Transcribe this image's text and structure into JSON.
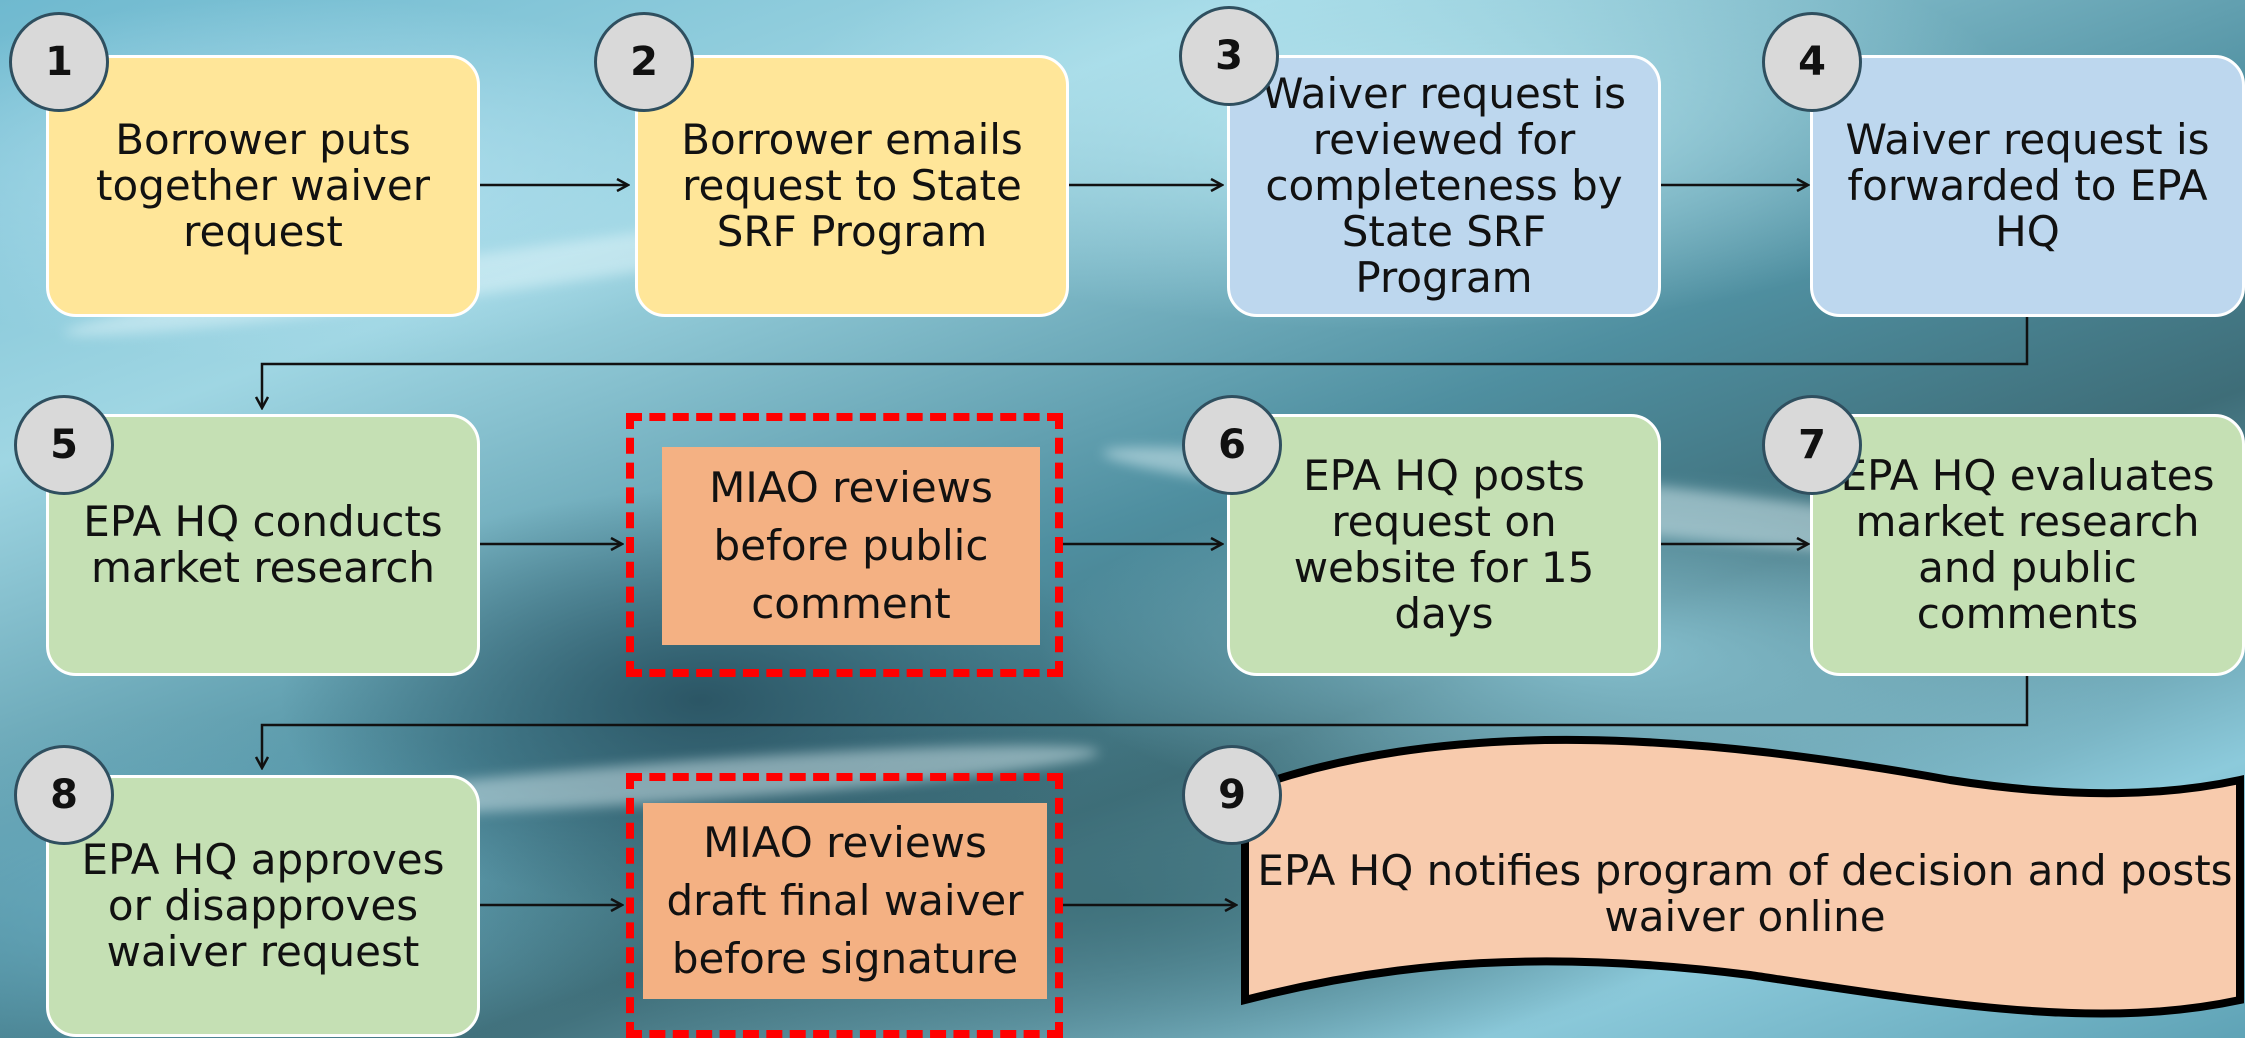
{
  "steps": [
    {
      "num": "1",
      "text": "Borrower puts together waiver request"
    },
    {
      "num": "2",
      "text": "Borrower emails request to State SRF Program"
    },
    {
      "num": "3",
      "text": "Waiver request is reviewed for completeness by State SRF Program"
    },
    {
      "num": "4",
      "text": "Waiver request is forwarded to EPA HQ"
    },
    {
      "num": "5",
      "text": "EPA HQ conducts market research"
    },
    {
      "num": "6",
      "text": "EPA HQ posts request on website for 15 days"
    },
    {
      "num": "7",
      "text": "EPA HQ evaluates market research and public comments"
    },
    {
      "num": "8",
      "text": "EPA HQ approves or disapproves waiver request"
    },
    {
      "num": "9",
      "text": "EPA HQ notifies program of decision and posts waiver online"
    }
  ],
  "reviews": [
    {
      "text": "MIAO reviews before public comment"
    },
    {
      "text": "MIAO reviews draft final waiver before signature"
    }
  ],
  "colors": {
    "initiation": "#ffe699",
    "state_review": "#bdd7ee",
    "epa_process": "#c5e0b4",
    "miao_review": "#f4b183",
    "miao_border": "#ff0000",
    "final": "#f8cbad"
  }
}
